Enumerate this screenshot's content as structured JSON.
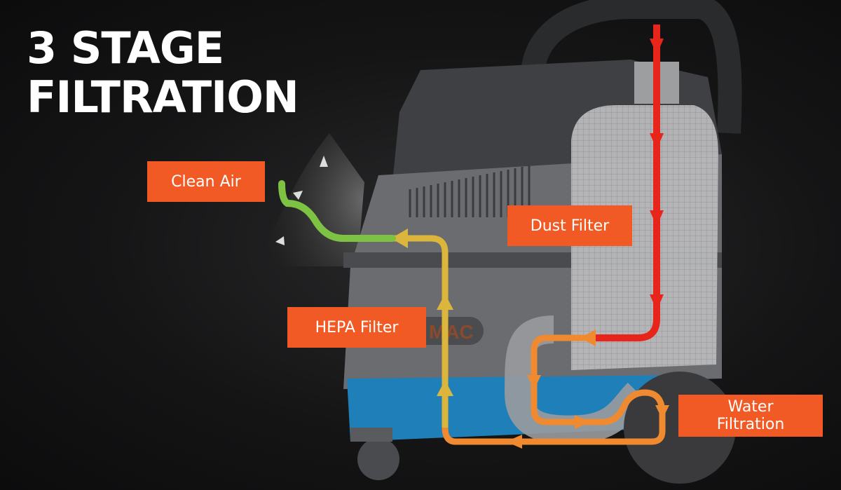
{
  "title": {
    "line1": "3 STAGE",
    "line2": "FILTRATION"
  },
  "labels": {
    "clean_air": "Clean Air",
    "hepa_filter": "HEPA Filter",
    "dust_filter": "Dust Filter",
    "water_filtration_line1": "Water",
    "water_filtration_line2": "Filtration"
  },
  "brand_logo_text": "MAC",
  "colors": {
    "label_bg": "#f15a24",
    "dust_path": "#e8251b",
    "water_path": "#f08a30",
    "hepa_path": "#dcb63c",
    "clean_air_path": "#7dc242",
    "water_tank": "#1f7fb8"
  }
}
